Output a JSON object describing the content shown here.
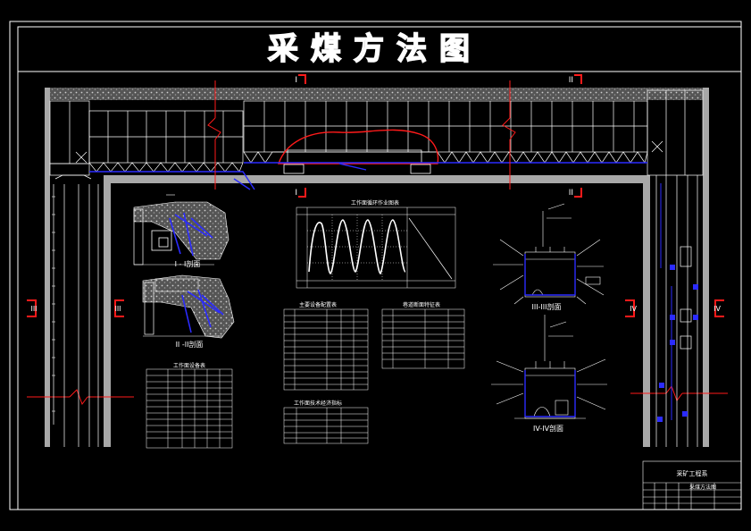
{
  "drawing": {
    "title": "采煤方法图",
    "section_marks": {
      "one": "I",
      "two": "II",
      "three": "III",
      "four": "IV"
    },
    "sections": {
      "s1": "I - I剖面",
      "s2": "II -II剖面",
      "s3": "III-III剖面",
      "s4": "IV-IV剖面"
    },
    "tables": {
      "t1": "工作面设备表",
      "t2": "主要设备配置表",
      "t3": "工作面技术经济指标",
      "t4": "巷道断面特征表",
      "chart": "工作面循环作业图表"
    },
    "title_block": {
      "company": "采矿工程系",
      "drawing_name": "采煤方法图"
    }
  },
  "colors": {
    "background": "#000000",
    "line": "#ffffff",
    "accent_red": "#ff1a1a",
    "accent_blue": "#2b2bff",
    "wall_gray": "#a8a8a8"
  }
}
